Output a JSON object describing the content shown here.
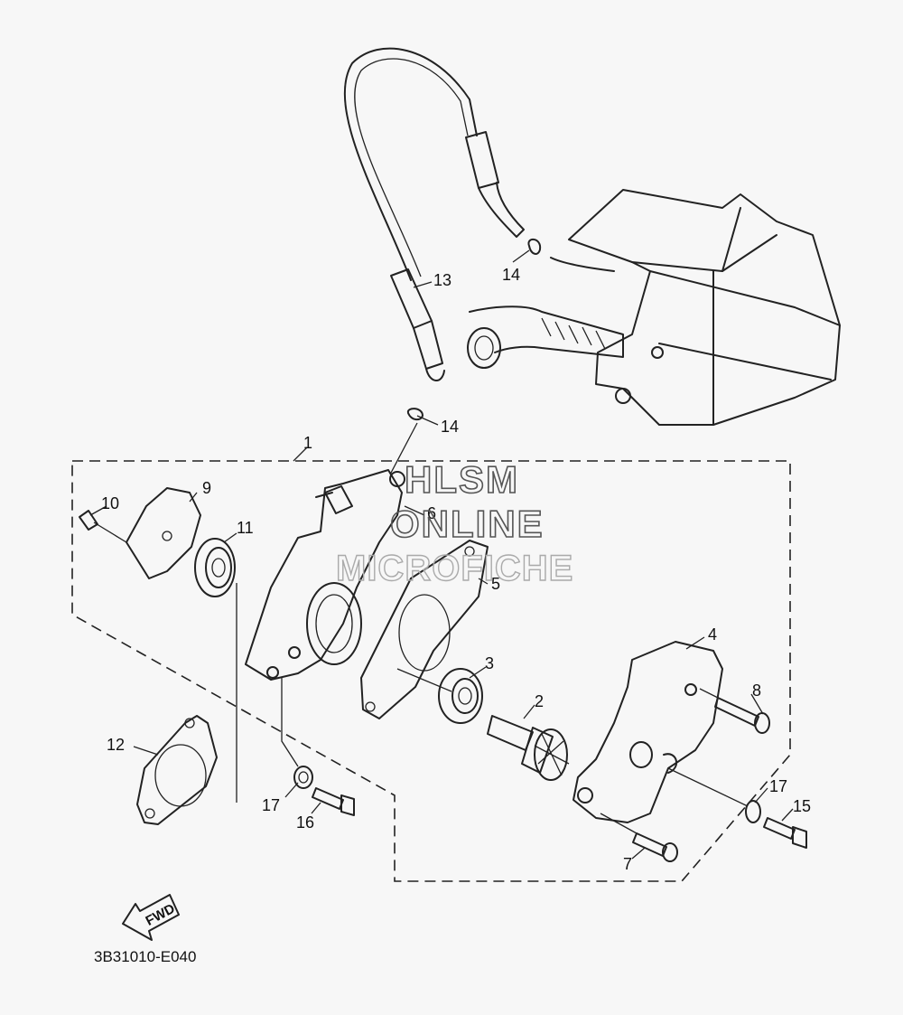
{
  "diagram": {
    "code": "3B31010-E040",
    "direction_label": "FWD",
    "watermark": [
      "HLSM",
      "ONLINE",
      "MICROFICHE"
    ],
    "labels": {
      "p1": "1",
      "p2": "2",
      "p3": "3",
      "p4": "4",
      "p5": "5",
      "p6": "6",
      "p7": "7",
      "p8": "8",
      "p9": "9",
      "p10": "10",
      "p11": "11",
      "p12": "12",
      "p13": "13",
      "p14a": "14",
      "p14b": "14",
      "p15": "15",
      "p16": "16",
      "p17a": "17",
      "p17b": "17"
    }
  }
}
